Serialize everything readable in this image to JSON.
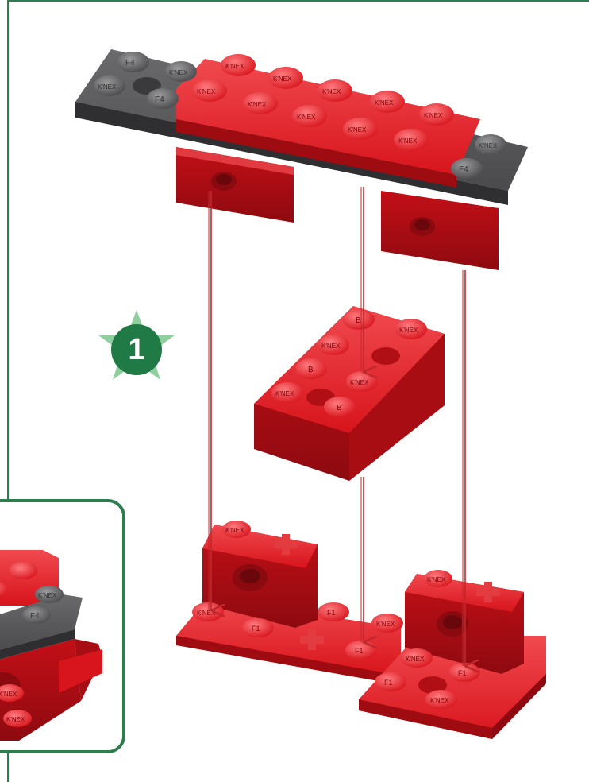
{
  "step": {
    "number": "1"
  },
  "stud_labels": {
    "knex": "K'NEX",
    "f4": "F4",
    "b": "B",
    "f1": "F1"
  },
  "colors": {
    "frame": "#2e7d4f",
    "badge_star": "#8fcf9e",
    "badge_circle": "#1f7a45",
    "red_brick": "#d8141c",
    "grey_plate": "#4a4a4c",
    "arrow": "#c0282e"
  }
}
